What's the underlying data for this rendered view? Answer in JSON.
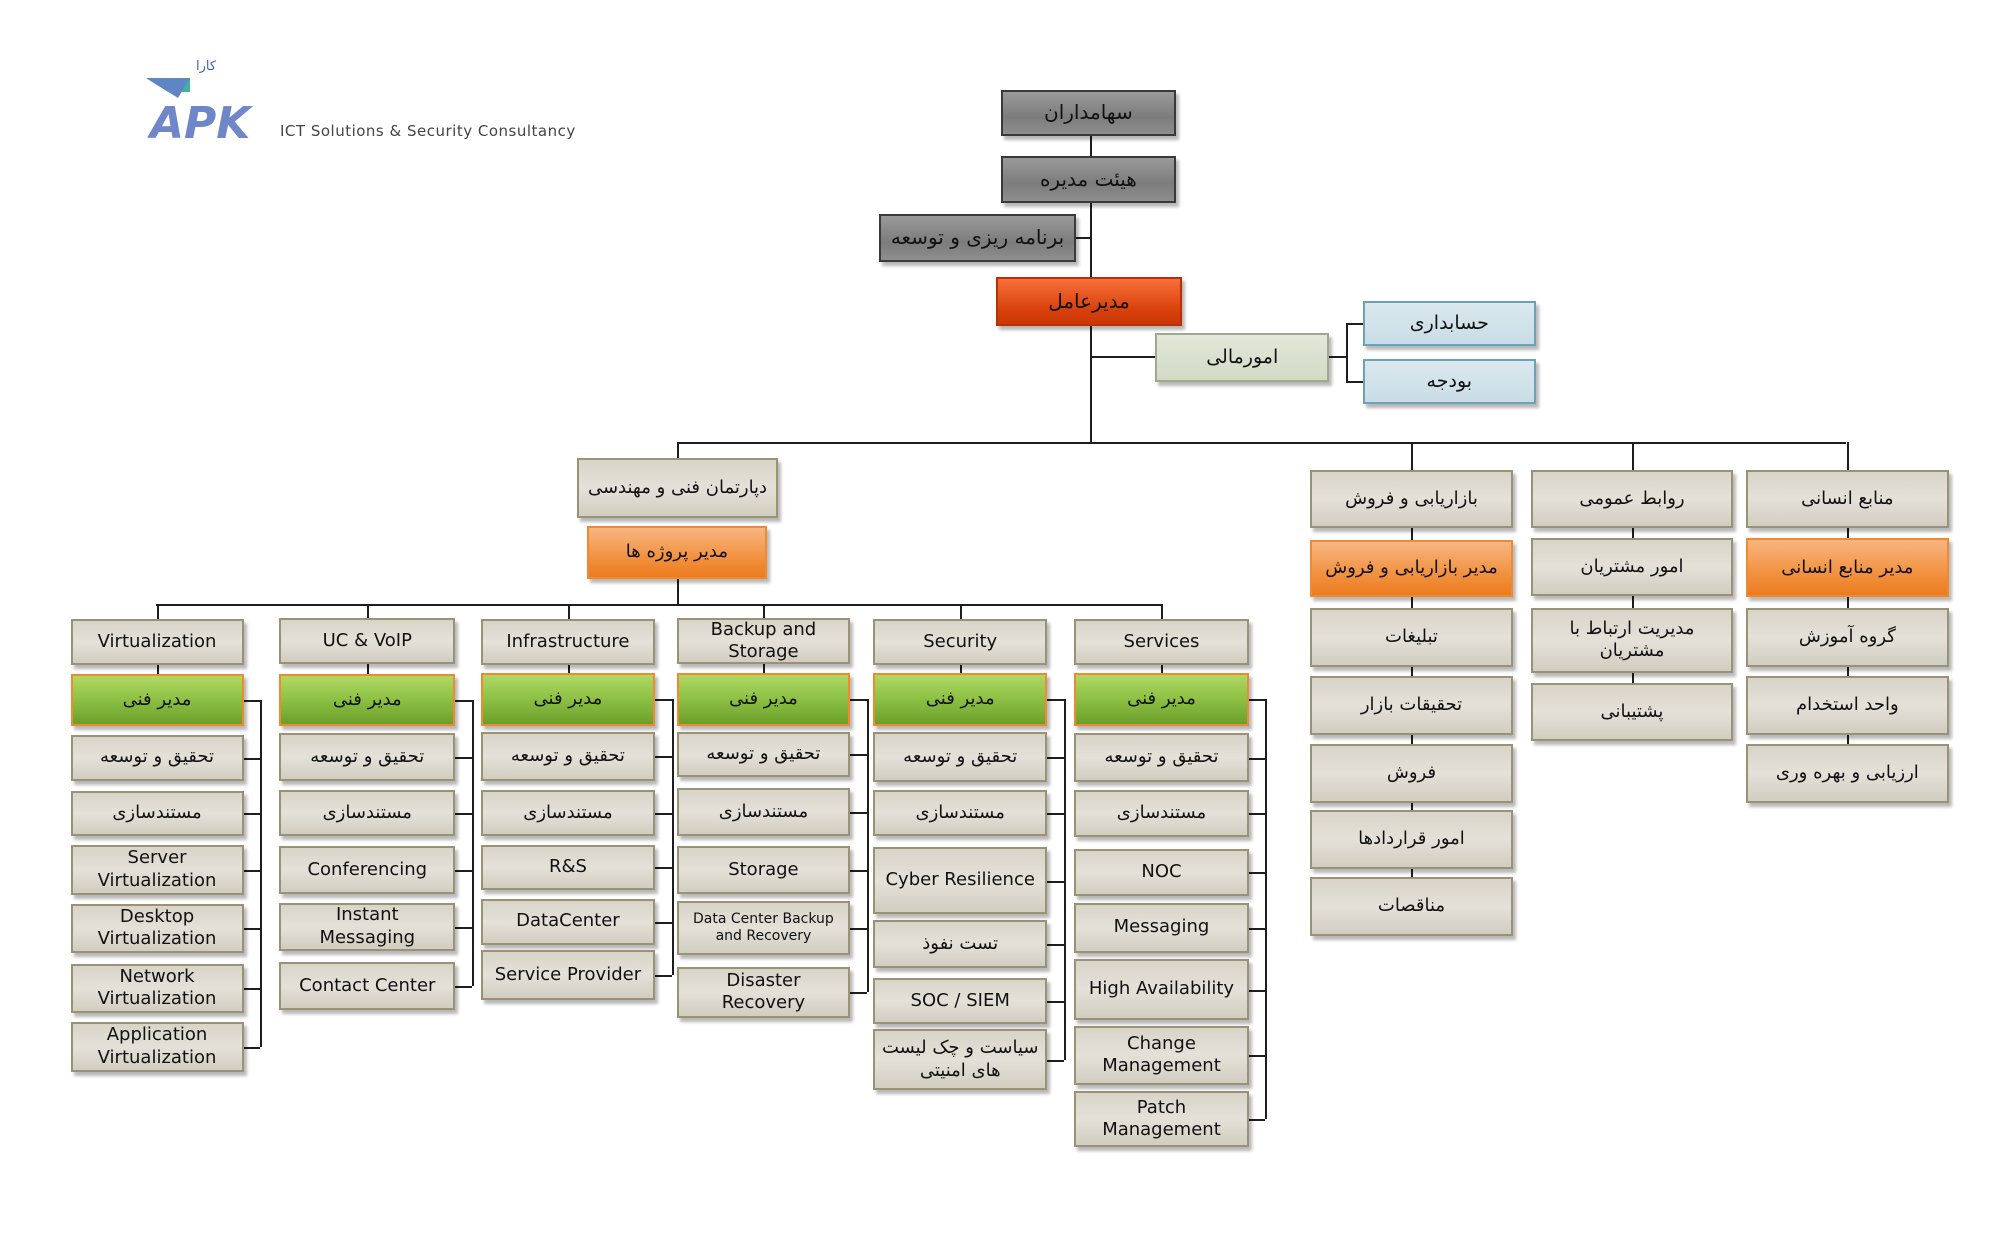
{
  "logo": {
    "brand": "APK",
    "brand_fa": "کارا",
    "tagline": "ICT Solutions & Security Consultancy"
  },
  "top": {
    "shareholders": "سهامداران",
    "board": "هیئت مدیره",
    "planning": "برنامه ریزی و توسعه",
    "ceo": "مدیرعامل",
    "finance": "امورمالی",
    "accounting": "حسابداری",
    "budget": "بودجه"
  },
  "tech": {
    "dept": "دپارتمان فنی و مهندسی",
    "pm": "مدیر پروژه ها",
    "columns": [
      {
        "items": [
          "Virtualization",
          "مدیر فنی",
          "تحقیق و توسعه",
          "مستندسازی",
          "Server Virtualization",
          "Desktop Virtualization",
          "Network Virtualization",
          "Application Virtualization"
        ]
      },
      {
        "items": [
          "UC & VoIP",
          "مدیر فنی",
          "تحقیق و توسعه",
          "مستندسازی",
          "Conferencing",
          "Instant Messaging",
          "Contact Center"
        ]
      },
      {
        "items": [
          "Infrastructure",
          "مدیر فنی",
          "تحقیق و توسعه",
          "مستندسازی",
          "R&S",
          "DataCenter",
          "Service Provider"
        ]
      },
      {
        "items": [
          "Backup and Storage",
          "مدیر فنی",
          "تحقیق و توسعه",
          "مستندسازی",
          "Storage",
          "Data Center Backup and Recovery",
          "Disaster Recovery"
        ]
      },
      {
        "items": [
          "Security",
          "مدیر فنی",
          "تحقیق و توسعه",
          "مستندسازی",
          "Cyber Resilience",
          "تست نفوذ",
          "SOC / SIEM",
          "سیاست و چک لیست های امنیتی"
        ]
      },
      {
        "items": [
          "Services",
          "مدیر فنی",
          "تحقیق و توسعه",
          "مستندسازی",
          "NOC",
          "Messaging",
          "High Availability",
          "Change Management",
          "Patch Management"
        ]
      }
    ]
  },
  "business": [
    {
      "items": [
        "بازاریابی و فروش",
        "مدیر بازاریابی و فروش",
        "تبلیغات",
        "تحقیقات بازار",
        "فروش",
        "امور قراردادها",
        "مناقصات"
      ]
    },
    {
      "items": [
        "روابط عمومی",
        "امور مشتریان",
        "مدیریت ارتباط با مشتریان",
        "پشتیبانی"
      ]
    },
    {
      "items": [
        "منابع انسانی",
        "مدیر منابع انسانی",
        "گروه آموزش",
        "واحد استخدام",
        "ارزیابی و بهره وری"
      ]
    }
  ]
}
